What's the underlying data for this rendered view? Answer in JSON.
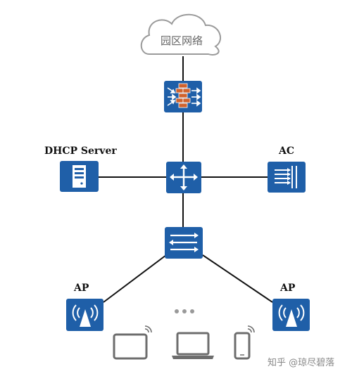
{
  "cloud": {
    "label": "园区网络"
  },
  "nodes": {
    "firewall": {
      "icon": "firewall-icon"
    },
    "router": {
      "icon": "router-icon"
    },
    "dhcp": {
      "label": "DHCP Server",
      "icon": "server-icon"
    },
    "ac": {
      "label": "AC",
      "icon": "access-controller-icon"
    },
    "switch": {
      "icon": "switch-icon"
    },
    "ap_left": {
      "label": "AP",
      "icon": "access-point-icon"
    },
    "ap_right": {
      "label": "AP",
      "icon": "access-point-icon"
    }
  },
  "clients": [
    {
      "icon": "tablet-icon"
    },
    {
      "icon": "laptop-icon"
    },
    {
      "icon": "phone-icon"
    }
  ],
  "ellipsis": "•••",
  "watermark": "知乎 @琼尽碧落",
  "colors": {
    "device_blue": "#1f5fa8",
    "line": "#111111",
    "cloud_stroke": "#9a9a9a",
    "brick": "#d0622d",
    "client_gray": "#6d6d6d"
  }
}
